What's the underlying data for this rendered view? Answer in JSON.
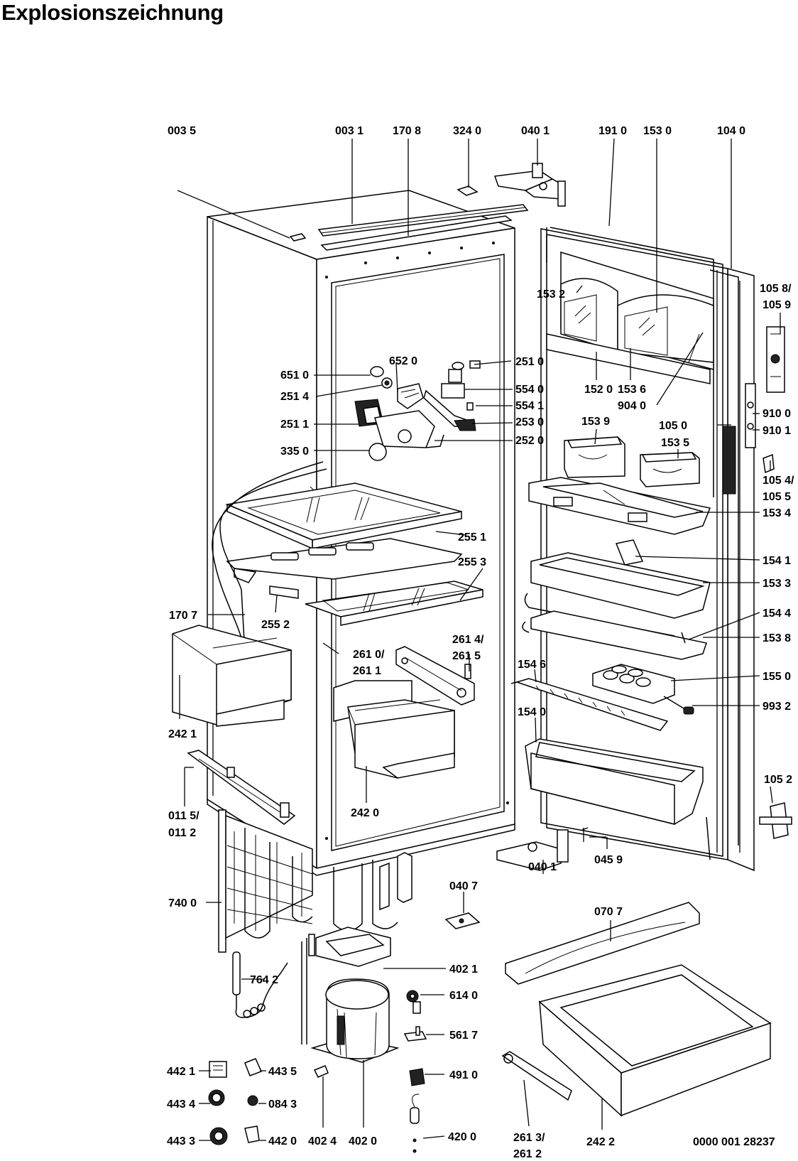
{
  "title": "Explosionszeichnung",
  "drawing_number": "0000 001 28237",
  "labels": {
    "l0035": "003 5",
    "l0031": "003 1",
    "l1708": "170 8",
    "l3240": "324 0",
    "l0401a": "040 1",
    "l1910": "191 0",
    "l1530": "153 0",
    "l1040": "104 0",
    "l1058": "105 8/",
    "l1059": "105 9",
    "l1532": "153 2",
    "l6520": "652 0",
    "l6510": "651 0",
    "l2510": "251 0",
    "l2514": "251 4",
    "l5540": "554 0",
    "l5541": "554 1",
    "l1520": "152 0",
    "l1536": "153 6",
    "l9040": "904 0",
    "l2511": "251 1",
    "l2530": "253 0",
    "l9100": "910 0",
    "l9101": "910 1",
    "l1539": "153 9",
    "l1050": "105 0",
    "l2520": "252 0",
    "l3350": "335 0",
    "l1535": "153 5",
    "l1054": "105 4/",
    "l1055": "105 5",
    "l1534": "153 4",
    "l2551": "255 1",
    "l1541": "154 1",
    "l2553": "255 3",
    "l1533": "153 3",
    "l1707": "170 7",
    "l1544": "154 4",
    "l2552": "255 2",
    "l1538": "153 8",
    "l2614": "261 4/",
    "l2615": "261 5",
    "l2610": "261 0/",
    "l2611": "261 1",
    "l1546": "154 6",
    "l1550": "155 0",
    "l9932": "993 2",
    "l2421": "242 1",
    "l1540": "154 0",
    "l1052": "105 2",
    "l0115": "011 5/",
    "l0112": "011 2",
    "l2420": "242 0",
    "l0459": "045 9",
    "l0401b": "040 1",
    "l0407": "040 7",
    "l7400": "740 0",
    "l0707": "070 7",
    "l4021": "402 1",
    "l7642": "764 2",
    "l6140": "614 0",
    "l5617": "561 7",
    "l4421": "442 1",
    "l4435": "443 5",
    "l4910": "491 0",
    "l4434": "443 4",
    "l0843": "084 3",
    "l4433": "443 3",
    "l4420": "442 0",
    "l4024": "402 4",
    "l4020": "402 0",
    "l4200": "420 0",
    "l2613": "261 3/",
    "l2612": "261 2",
    "l2422": "242 2"
  }
}
